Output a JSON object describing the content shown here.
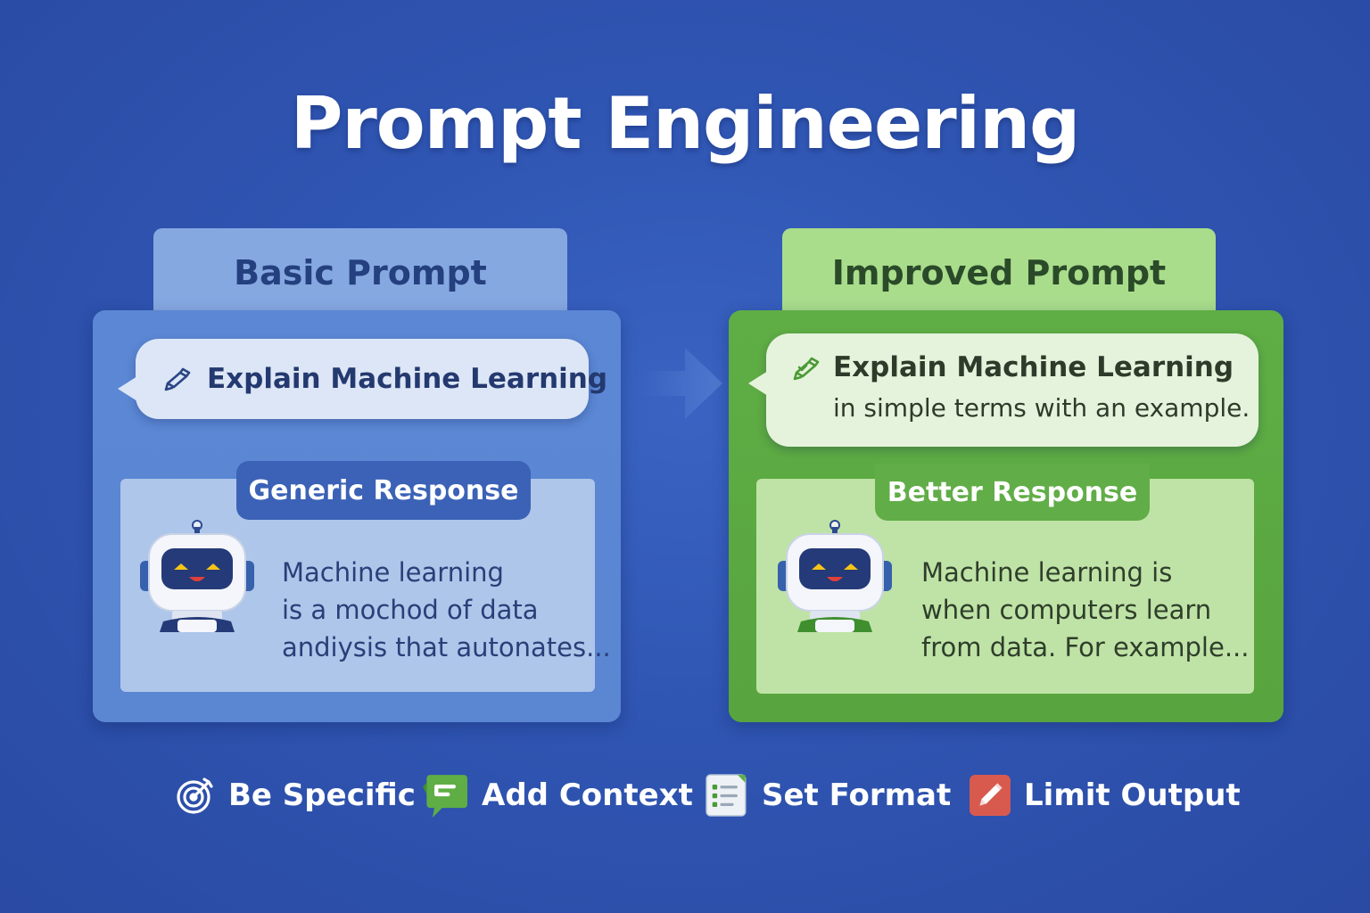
{
  "title": "Prompt Engineering",
  "basic": {
    "tab_label": "Basic Prompt",
    "prompt_icon": "pencil-icon",
    "prompt_text": "Explain Machine Learning",
    "response_label": "Generic Response",
    "response_lines": [
      "Machine learning",
      "is a mochod of data",
      "andiysis that autonates..."
    ],
    "color": "#5a86d2"
  },
  "improved": {
    "tab_label": "Improved Prompt",
    "prompt_icon": "pencil-check-icon",
    "prompt_text": "Explain Machine Learning",
    "prompt_subtext": "in simple terms with an example.",
    "response_label": "Better Response",
    "response_lines": [
      "Machine learning is",
      "when computers learn",
      "from data. For example..."
    ],
    "color": "#5fae45"
  },
  "tips": [
    {
      "icon": "target-icon",
      "label": "Be Specific"
    },
    {
      "icon": "chat-bubble-icon",
      "label": "Add Context"
    },
    {
      "icon": "list-document-icon",
      "label": "Set Format"
    },
    {
      "icon": "pencil-icon",
      "label": "Limit Output"
    }
  ]
}
